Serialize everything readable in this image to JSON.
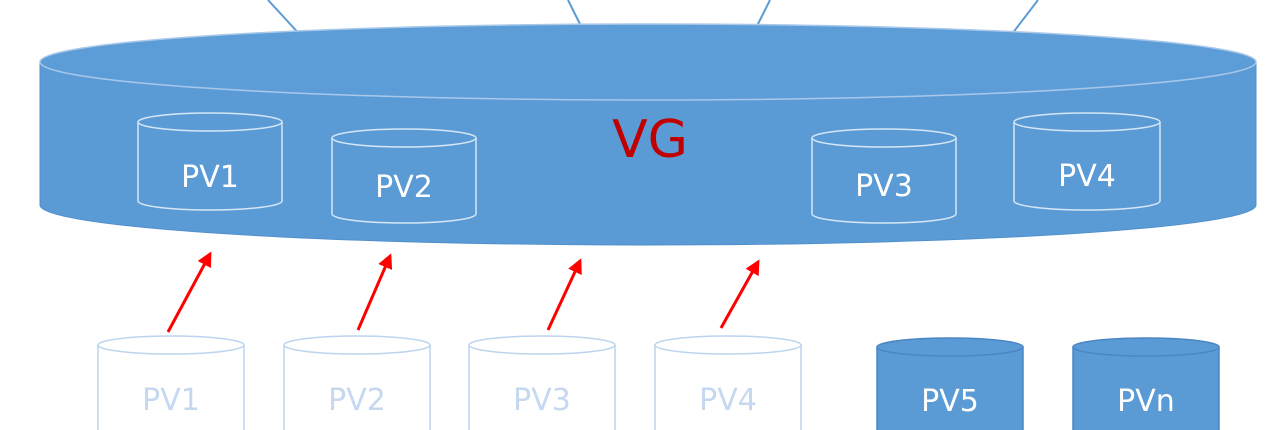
{
  "colors": {
    "vg_fill": "#5b9bd5",
    "vg_top": "#5d9dd7",
    "vg_edge": "#a8c8ea",
    "line_blue": "#5b9bd5",
    "inner_pv_outline": "#d6e6f6",
    "inner_pv_text": "#ffffff",
    "vg_label": "#c00000",
    "arrow": "#ff0000",
    "free_pv_outline": "#bcd4ee",
    "free_pv_text": "#c5d8ef",
    "active_pv_fill": "#5b9bd5",
    "active_pv_outline": "#4a86c4",
    "active_pv_text": "#ffffff"
  },
  "vg": {
    "label": "VG",
    "pvs": [
      {
        "label": "PV1"
      },
      {
        "label": "PV2"
      },
      {
        "label": "PV3"
      },
      {
        "label": "PV4"
      }
    ]
  },
  "unassigned_pvs": [
    {
      "label": "PV1"
    },
    {
      "label": "PV2"
    },
    {
      "label": "PV3"
    },
    {
      "label": "PV4"
    }
  ],
  "available_pvs": [
    {
      "label": "PV5"
    },
    {
      "label": "PVn"
    }
  ],
  "icons": {
    "arrow": "arrow-up-right-icon"
  }
}
